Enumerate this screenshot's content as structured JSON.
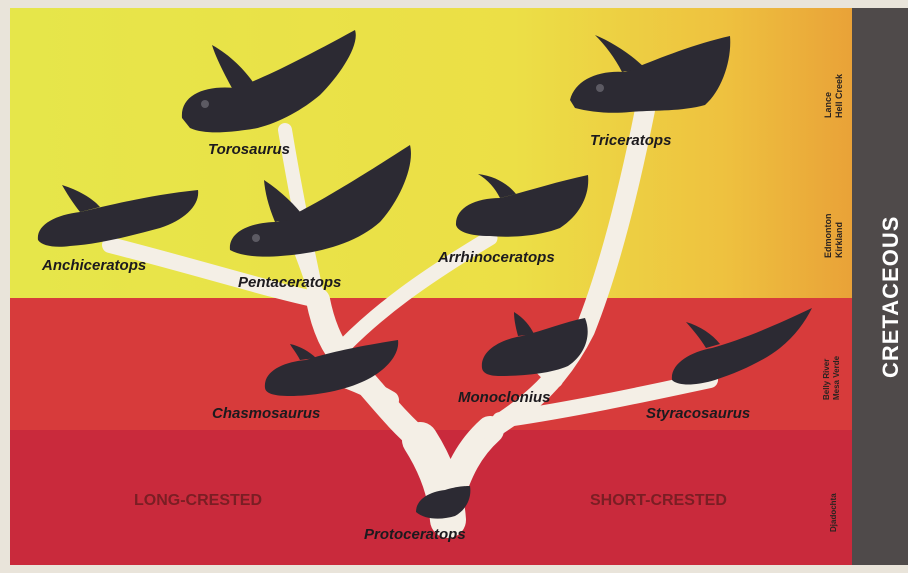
{
  "period": "CRETACEOUS",
  "formations": [
    {
      "id": "lance",
      "lines": [
        "Lance",
        "Hell Creek"
      ]
    },
    {
      "id": "edmonton",
      "lines": [
        "Edmonton",
        "Kirkland"
      ]
    },
    {
      "id": "belly",
      "lines": [
        "Belly River",
        "Mesa Verde"
      ]
    },
    {
      "id": "djadochta",
      "lines": [
        "Djadochta"
      ]
    }
  ],
  "groups": {
    "long": "LONG-CRESTED",
    "short": "SHORT-CRESTED"
  },
  "species": [
    {
      "id": "torosaurus",
      "name": "Torosaurus"
    },
    {
      "id": "triceratops",
      "name": "Triceratops"
    },
    {
      "id": "anchiceratops",
      "name": "Anchiceratops"
    },
    {
      "id": "pentaceratops",
      "name": "Pentaceratops"
    },
    {
      "id": "arrhinoceratops",
      "name": "Arrhinoceratops"
    },
    {
      "id": "chasmosaurus",
      "name": "Chasmosaurus"
    },
    {
      "id": "monoclonius",
      "name": "Monoclonius"
    },
    {
      "id": "styracosaurus",
      "name": "Styracosaurus"
    },
    {
      "id": "protoceratops",
      "name": "Protoceratops"
    }
  ],
  "colors": {
    "top_band": "#e8e447",
    "mid_band": "#d73b3b",
    "bottom_band": "#c92a3c",
    "side_strip": "#4f4a4a",
    "tree": "#f4efe6",
    "skull": "#2c2a33"
  }
}
